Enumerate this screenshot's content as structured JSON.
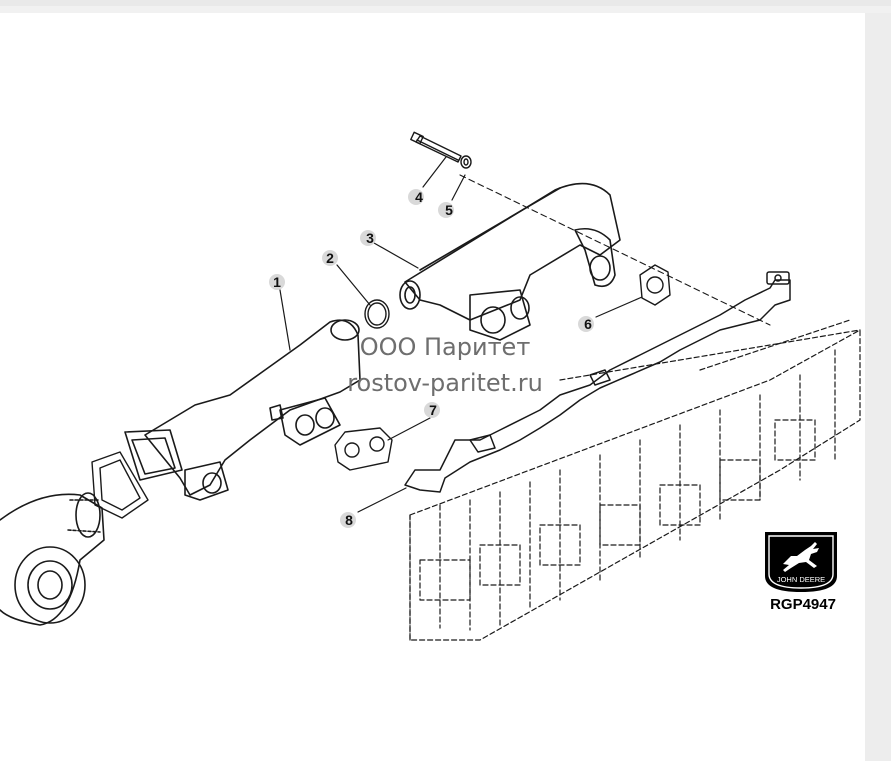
{
  "diagram": {
    "callouts": [
      "1",
      "2",
      "3",
      "4",
      "5",
      "6",
      "7",
      "8"
    ],
    "watermark_lines": [
      "ООО Паритет",
      "rostov-paritet.ru"
    ],
    "logo_text": "JOHN DEERE",
    "drawing_id": "RGP4947"
  },
  "colors": {
    "line": "#1a1a1a",
    "callout_fill": "#d9d9d9",
    "watermark": "#6e6e6e",
    "background": "#ffffff"
  }
}
